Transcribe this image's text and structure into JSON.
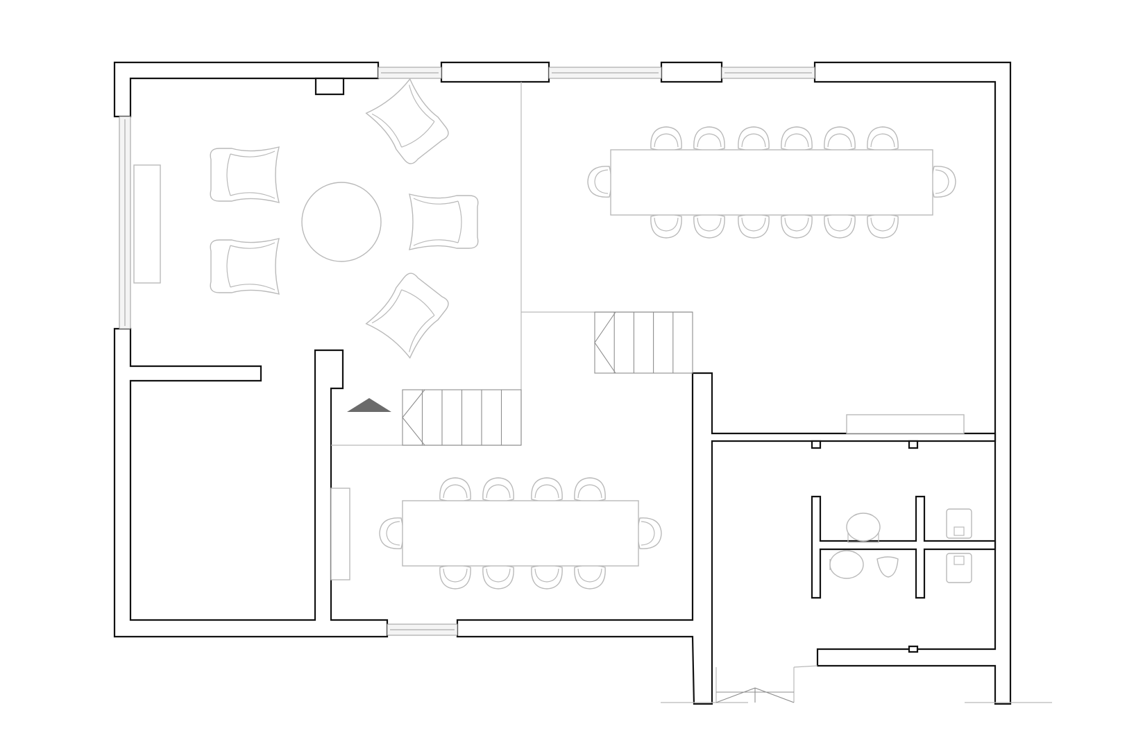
{
  "plan": {
    "rooms": [
      {
        "name": "lounge"
      },
      {
        "name": "side-room"
      },
      {
        "name": "large-meeting-room"
      },
      {
        "name": "small-meeting-room"
      },
      {
        "name": "restrooms"
      }
    ],
    "large_table_seats": 14,
    "small_table_seats": 10,
    "lounge_chairs": 5,
    "stair_direction": "up"
  },
  "colors": {
    "wall": "#111111",
    "furniture": "#b9b9b9",
    "stairs": "#8d8d8d",
    "arrow": "#6b6b6b"
  }
}
